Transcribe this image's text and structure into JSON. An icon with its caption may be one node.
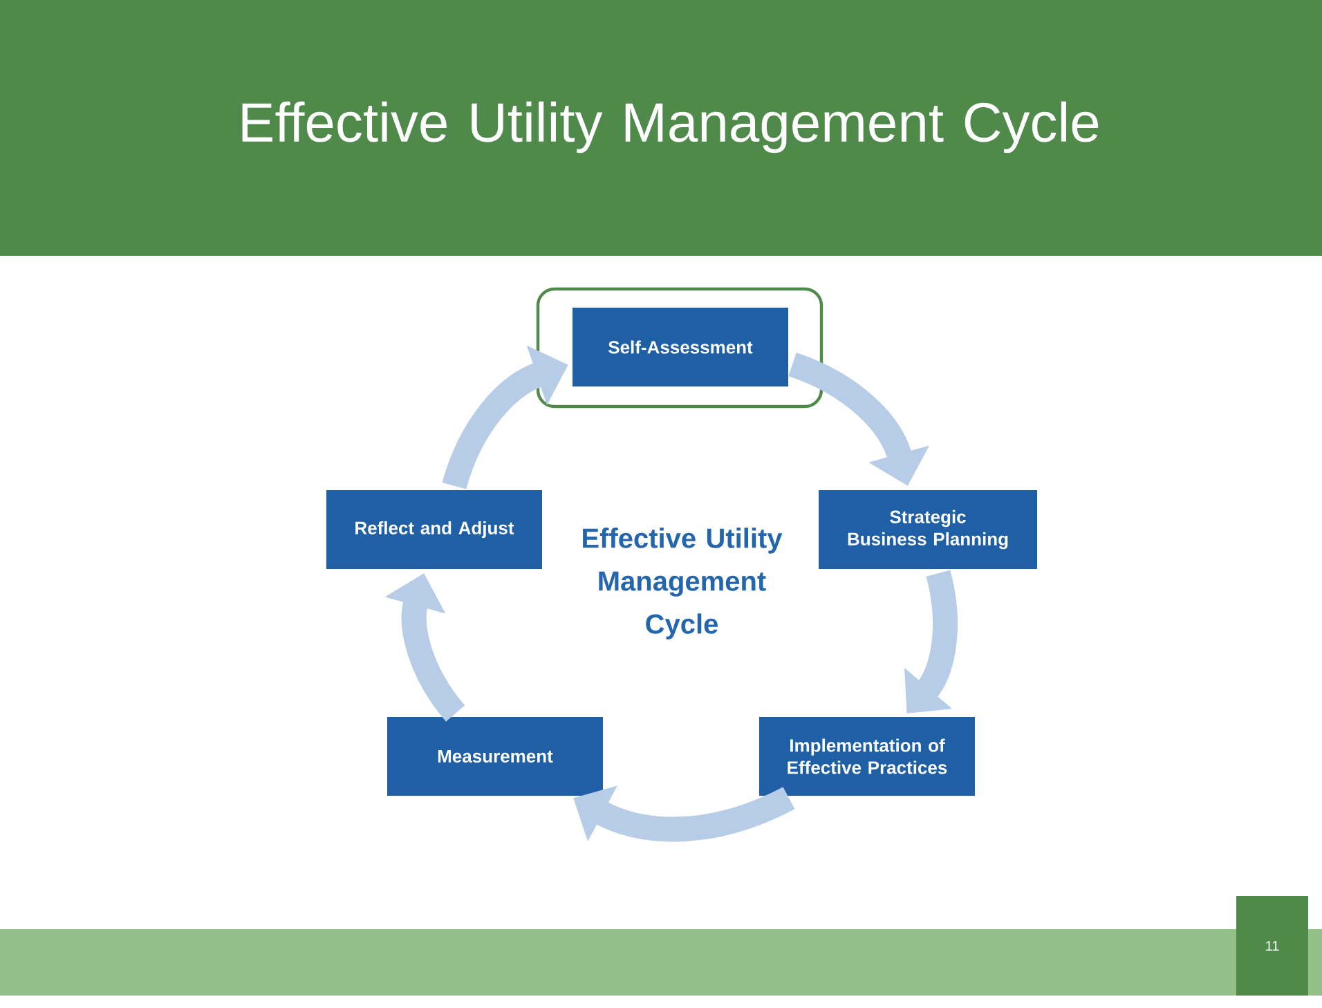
{
  "diagram": {
    "title": "Effective Utility Management Cycle",
    "nodes": [
      {
        "text": [
          "Self-Assessment"
        ]
      },
      {
        "text": [
          "Strategic Business Planning"
        ]
      },
      {
        "text": [
          "Implementation of Effective Practices"
        ]
      },
      {
        "text": [
          "Measurement"
        ]
      },
      {
        "text": [
          "Reflect and Adjust"
        ]
      }
    ],
    "edges": [
      {
        "from": 0,
        "to": 1,
        "arrow": "to"
      },
      {
        "from": 1,
        "to": 2,
        "arrow": "to"
      },
      {
        "from": 2,
        "to": 3,
        "arrow": "to"
      },
      {
        "from": 3,
        "to": 4,
        "arrow": "to"
      },
      {
        "from": 4,
        "to": 0,
        "arrow": "to"
      }
    ],
    "labels": [
      "Effective Utility Management Cycle",
      "11"
    ]
  }
}
